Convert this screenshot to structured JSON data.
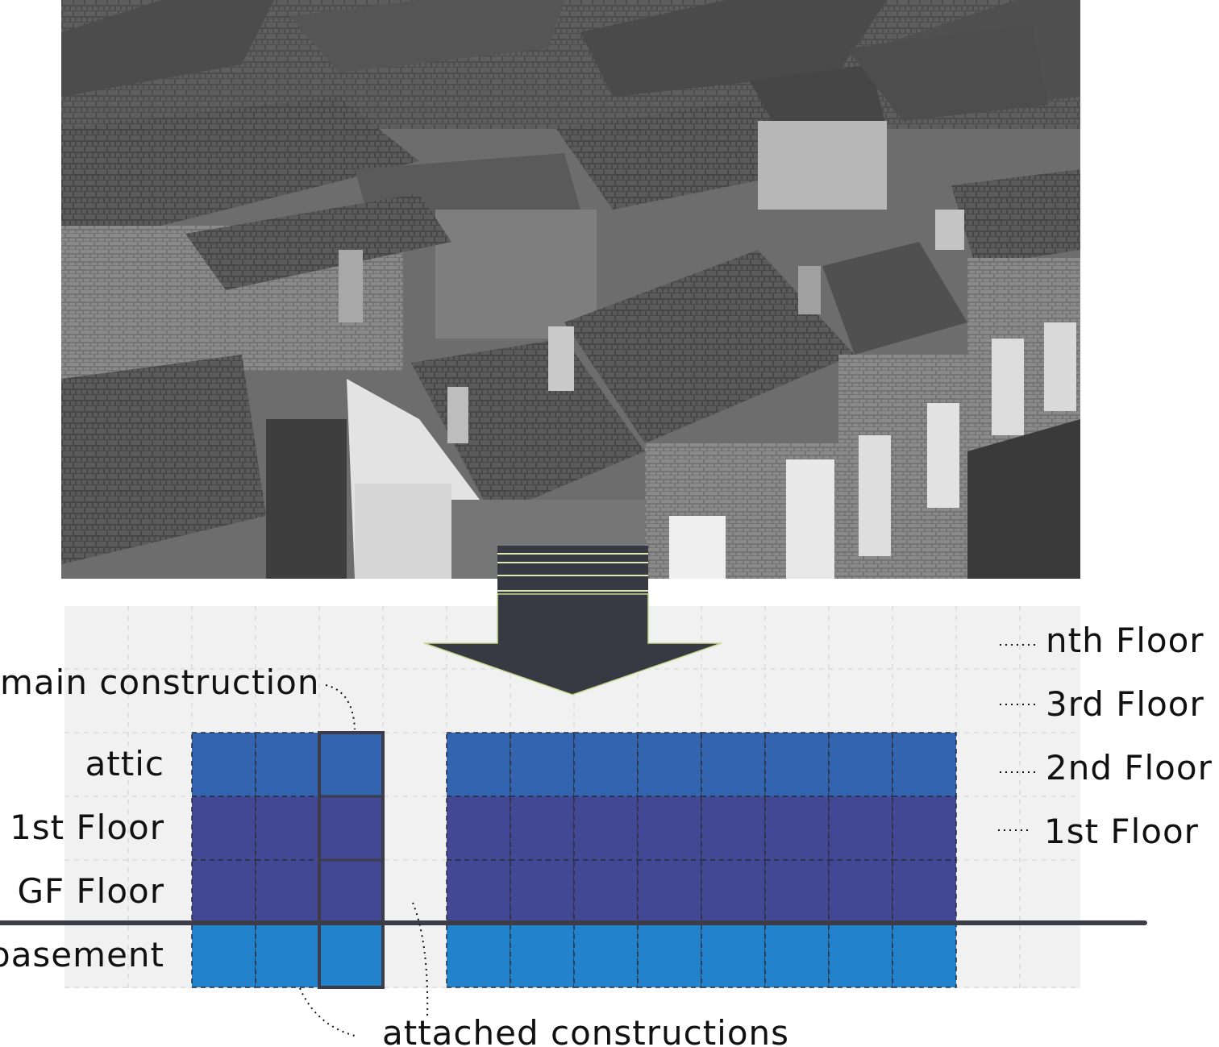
{
  "photo": {
    "subject": "aerial-terraced-houses"
  },
  "colors": {
    "attic": "#3264b0",
    "floor": "#434895",
    "basement": "#2283cc",
    "arrow": "#383942",
    "ground_line": "#3c3d48",
    "grid_bg": "#f1f1f1",
    "grid_line": "#dcdcdc"
  },
  "left_labels": {
    "attic": "attic",
    "first": "1st Floor",
    "gf": "GF Floor",
    "basement": "basement"
  },
  "right_labels": {
    "nth": "nth Floor",
    "third": "3rd Floor",
    "second": "2nd Floor",
    "first": "1st Floor"
  },
  "annotations": {
    "main": "main construction",
    "attached": "attached constructions"
  },
  "block_left": {
    "columns": 3,
    "rows": [
      "attic",
      "floor",
      "floor",
      "basement"
    ]
  },
  "block_right": {
    "columns": 8,
    "rows": [
      "attic",
      "floor",
      "floor",
      "basement"
    ]
  }
}
